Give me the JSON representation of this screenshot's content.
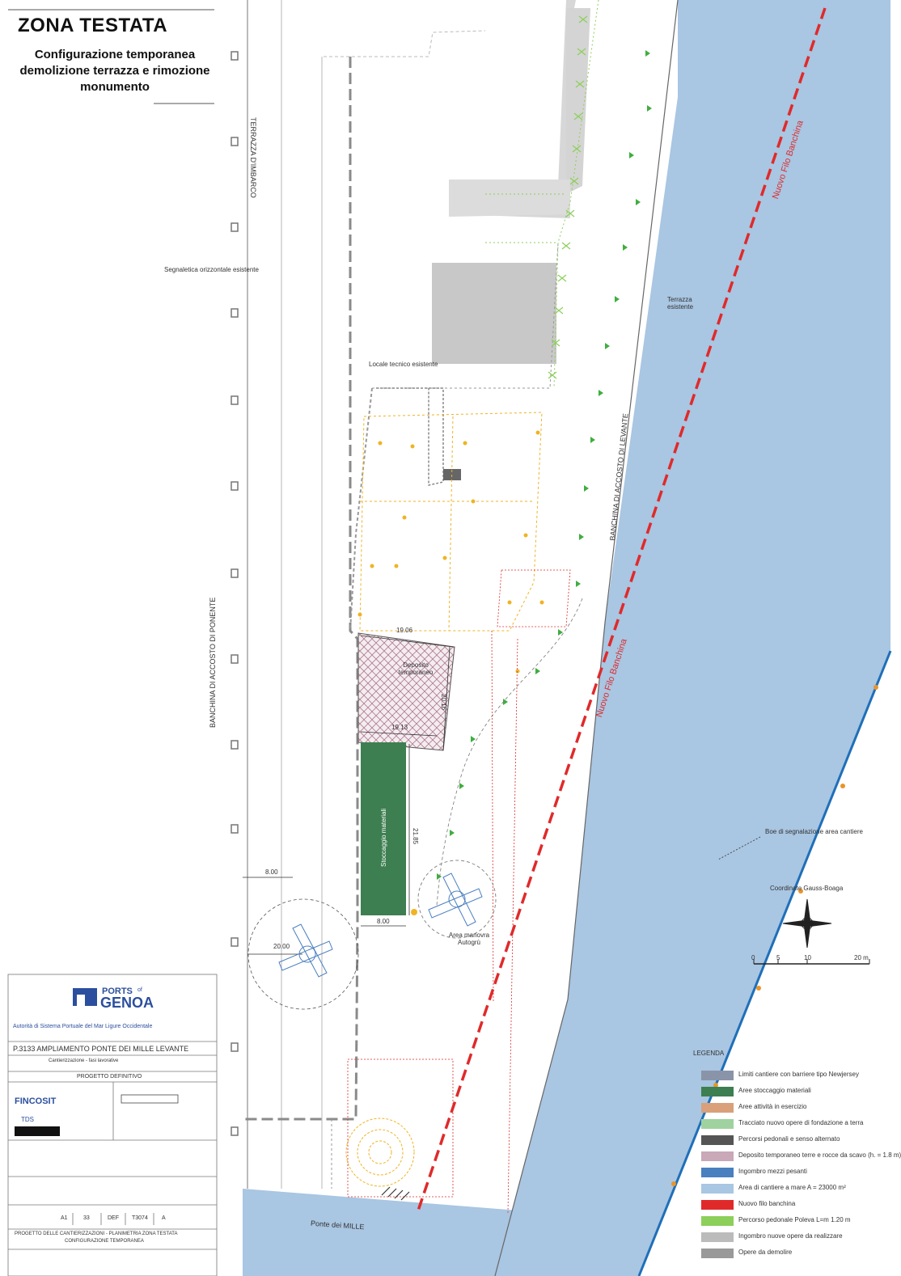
{
  "header": {
    "title": "ZONA TESTATA",
    "subtitle": "Configurazione temporanea demolizione terrazza e rimozione monumento"
  },
  "labels": {
    "terrazza_imbarco": "TERRAZZA D'IMBARCO",
    "segnaletica": "Segnaletica orizzontale esistente",
    "terrazza_esistente": "Terrazza esistente",
    "locale_tecnico": "Locale tecnico esistente",
    "banchina_levante": "BANCHINA DI ACCOSTO DI LEVANTE",
    "banchina_ponente": "BANCHINA DI ACCOSTO DI PONENTE",
    "nuovo_filo_1": "Nuovo Filo Banchina",
    "nuovo_filo_2": "Nuovo Filo Banchina",
    "deposito": "Deposito temporaneo",
    "stoccaggio": "Stoccaggio materiali",
    "area_manovra": "Area manovra Autogrù",
    "ponte_mille": "Ponte dei MILLE",
    "boe": "Boe di segnalazione area cantiere",
    "coordinate": "Coordinate Gauss-Boaga",
    "legend_title": "LEGENDA"
  },
  "dimensions": {
    "d1": "19.06",
    "d2": "20.16",
    "d3": "19.13",
    "d4": "21.85",
    "d5": "8.00",
    "d6": "8.00",
    "d7": "20.00"
  },
  "scale": {
    "ticks": [
      "0",
      "5",
      "10",
      "20 m"
    ]
  },
  "legend": [
    {
      "label": "Limiti cantiere con barriere tipo Newjersey",
      "color": "#8a94a8"
    },
    {
      "label": "Aree stoccaggio materiali",
      "color": "#3d7f50"
    },
    {
      "label": "Aree attività in esercizio",
      "color": "#d9a07a"
    },
    {
      "label": "Tracciato nuovo opere di fondazione a terra",
      "color": "#9fd29f"
    },
    {
      "label": "Percorsi pedonali e senso alternato",
      "color": "#555555"
    },
    {
      "label": "Deposito temporaneo terre e rocce da scavo (h. = 1.8 m)",
      "color": "#c9a8b8"
    },
    {
      "label": "Ingombro mezzi pesanti",
      "color": "#4a7fc0"
    },
    {
      "label": "Area di cantiere a mare A = 23000 m²",
      "color": "#a9c6e2"
    },
    {
      "label": "Nuovo filo banchina",
      "color": "#e02a2a"
    },
    {
      "label": "Percorso pedonale Poleva L=m 1.20 m",
      "color": "#8ccf5a"
    },
    {
      "label": "Ingombro nuove opere da realizzare",
      "color": "#bbbbbb"
    },
    {
      "label": "Opere da demolire",
      "color": "#999999"
    }
  ],
  "titleblock": {
    "brand_top": "PORTS",
    "brand_of": "of",
    "brand_name": "GENOA",
    "authority": "Autorità di Sistema Portuale del Mar Ligure Occidentale",
    "project": "P.3133 AMPLIAMENTO PONTE DEI MILLE LEVANTE",
    "project_sub": "Cantierizzazione - fasi lavorative",
    "phase": "PROGETTO DEFINITIVO",
    "company1": "FINCOSIT",
    "company2": "TDS",
    "code1": "A1",
    "code2": "33",
    "code3": "DEF",
    "code4": "T3074",
    "code5": "A",
    "footer1": "PROGETTO DELLE CANTIERIZZAZIONI - PLANIMETRIA ZONA TESTATA",
    "footer2": "CONFIGURAZIONE TEMPORANEA"
  },
  "colors": {
    "sea": "#a9c6e2",
    "red": "#e02a2a",
    "green": "#3d7f50",
    "coast": "#1f6fb8"
  }
}
